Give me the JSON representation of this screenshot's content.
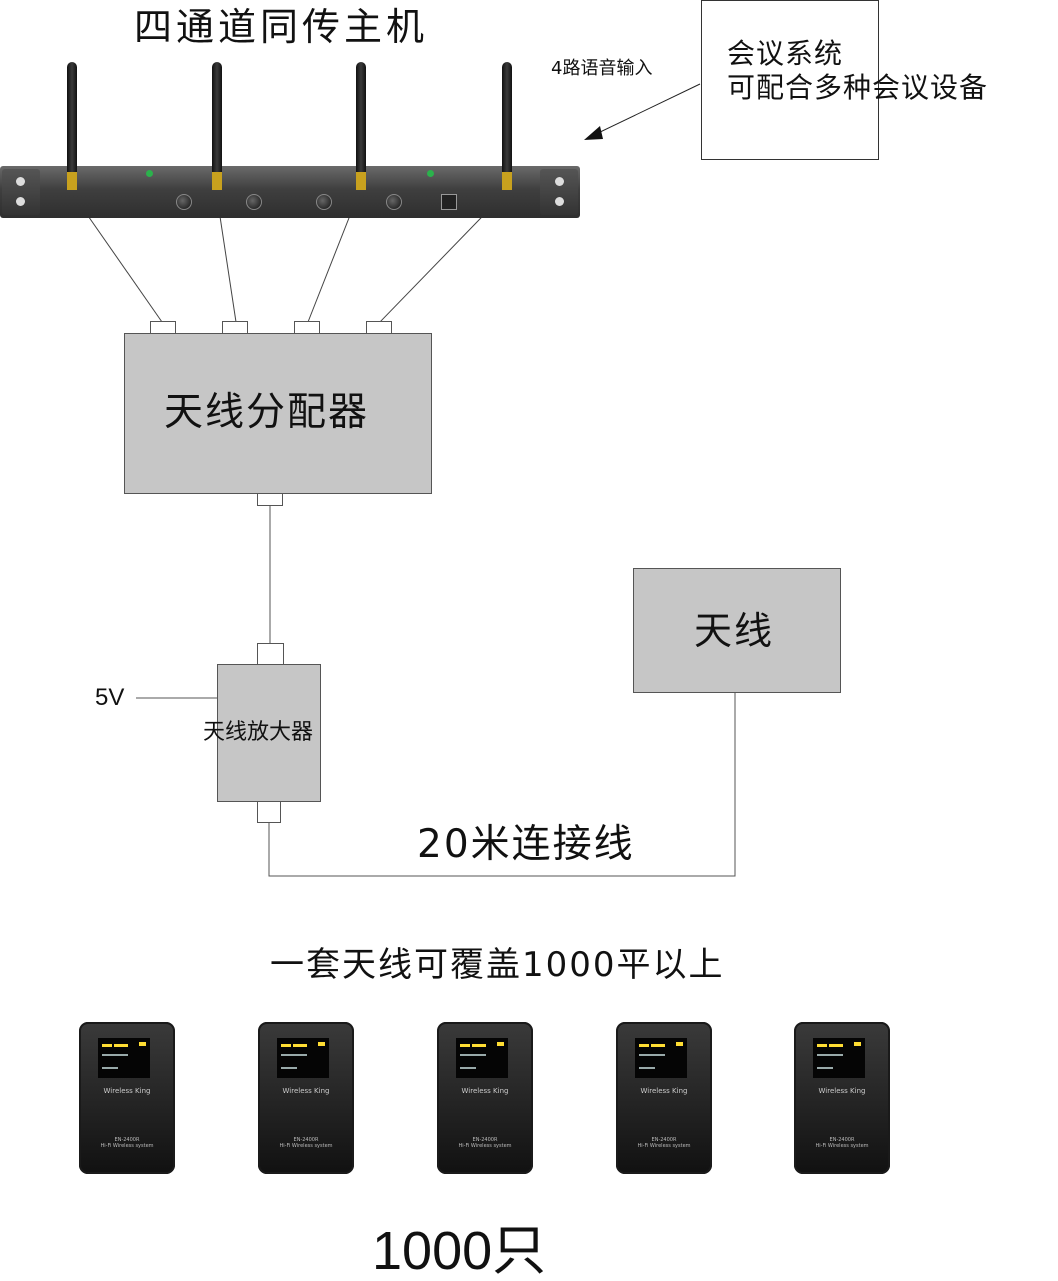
{
  "title": "四通道同传主机",
  "voice_input": "4路语音输入",
  "conference_box": {
    "line1": "会议系统",
    "line2": "可配合多种会议设备"
  },
  "splitter": "天线分配器",
  "antenna": "天线",
  "voltage": "5V",
  "amplifier": "天线放大器",
  "cable": "20米连接线",
  "coverage": "一套天线可覆盖1000平以上",
  "quantity": "1000只",
  "receiver": {
    "brand": "Wireless King",
    "model": "EN-2400R",
    "subtitle": "Hi-Fi Wireless system",
    "count": 5
  },
  "host_unit": {
    "antennas": 4,
    "knobs": 4
  }
}
